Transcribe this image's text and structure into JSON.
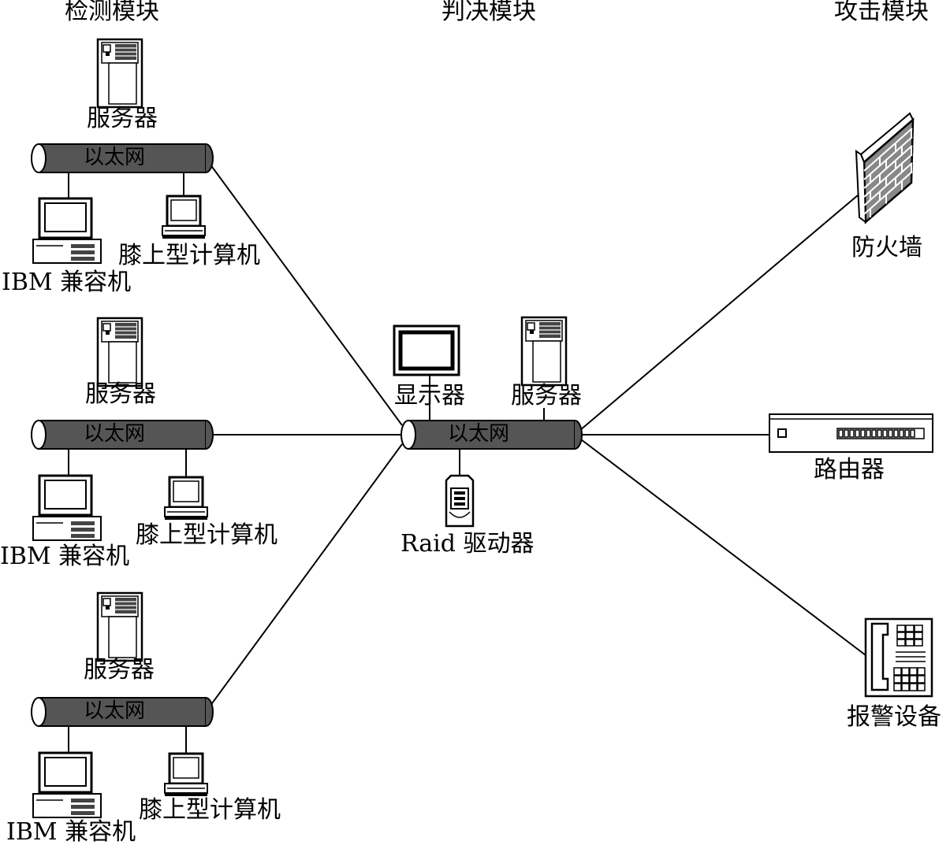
{
  "modules": {
    "detection": "检测模块",
    "decision": "判决模块",
    "attack": "攻击模块"
  },
  "detection_groups": [
    {
      "server": "服务器",
      "bus": "以太网",
      "pc": "IBM 兼容机",
      "laptop": "膝上型计算机"
    },
    {
      "server": "服务器",
      "bus": "以太网",
      "pc": "IBM 兼容机",
      "laptop": "膝上型计算机"
    },
    {
      "server": "服务器",
      "bus": "以太网",
      "pc": "IBM 兼容机",
      "laptop": "膝上型计算机"
    }
  ],
  "decision_hub": {
    "monitor": "显示器",
    "server": "服务器",
    "bus": "以太网",
    "raid": "Raid 驱动器"
  },
  "attack_devices": {
    "firewall": "防火墙",
    "router": "路由器",
    "alarm": "报警设备"
  },
  "colors": {
    "bus_fill": "#555555",
    "line": "#000000",
    "background": "#ffffff"
  }
}
